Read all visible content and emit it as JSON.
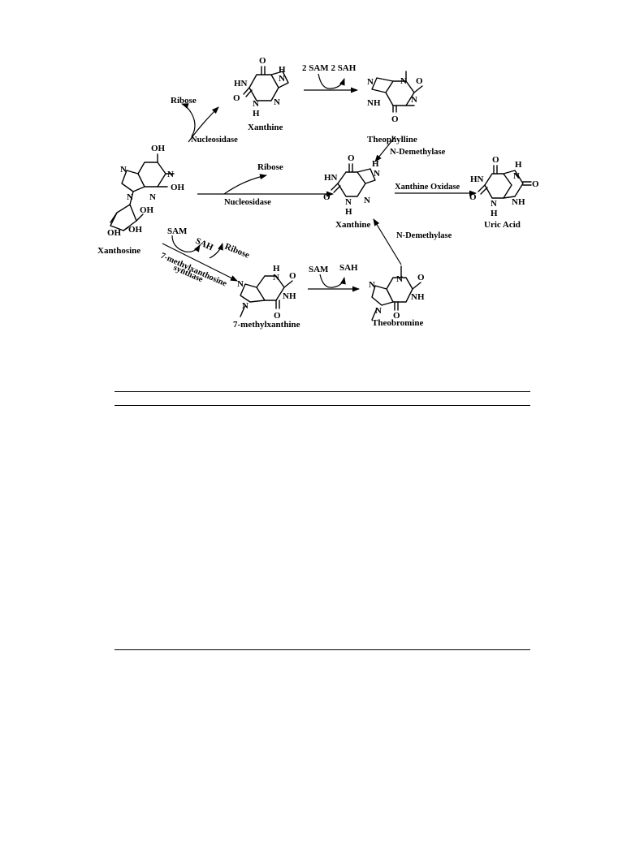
{
  "compounds": {
    "xanthosine": "Xanthosine",
    "xanthine_top": "Xanthine",
    "theophylline": "Theophylline",
    "xanthine_center": "Xanthine",
    "uric_acid": "Uric Acid",
    "methylxanthine": "7-methylxanthine",
    "theobromine": "Theobromine"
  },
  "enzymes": {
    "nucleosidase_top": "Nucleosidase",
    "nucleosidase_middle": "Nucleosidase",
    "n_demethylase_upper": "N-Demethylase",
    "n_demethylase_lower": "N-Demethylase",
    "xanthine_oxidase": "Xanthine Oxidase",
    "methylxanthine_synthase_line1": "7-methylxanthosine",
    "methylxanthine_synthase_line2": "synthase"
  },
  "cofactors": {
    "ribose_top": "Ribose",
    "ribose_middle": "Ribose",
    "ribose_lower": "Ribose",
    "sam_2_sah_2": "2 SAM 2 SAH",
    "sam_lower": "SAM",
    "sah_lower": "SAH",
    "sam_right": "SAM",
    "sah_right": "SAH"
  },
  "atoms": {
    "O": "O",
    "OH": "OH",
    "N": "N",
    "H": "H",
    "HN": "HN",
    "NH": "NH"
  }
}
